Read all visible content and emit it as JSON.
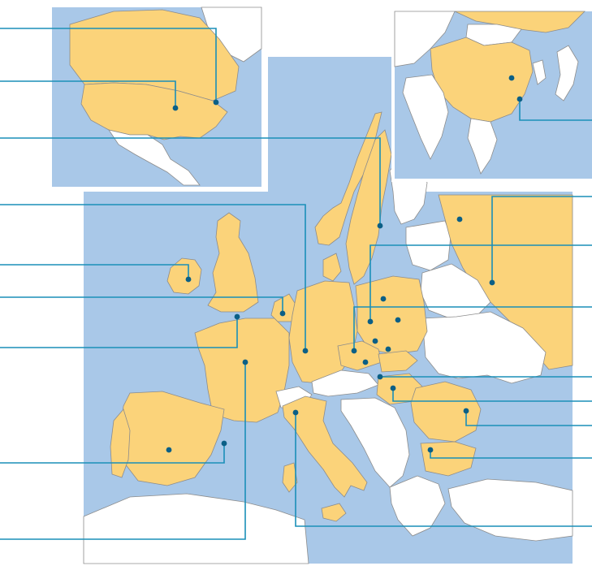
{
  "colors": {
    "sea": "#a9c8e8",
    "highlight": "#fbd37a",
    "other_land": "#ffffff",
    "border": "#8c8c8c",
    "inset_border": "#ffffff",
    "leader": "#1a8fb8",
    "marker": "#0b5f86",
    "page": "#ffffff"
  },
  "map": {
    "highlighted_regions": [
      "united-states",
      "canada",
      "china",
      "russia",
      "ireland",
      "united-kingdom",
      "france",
      "spain",
      "portugal",
      "italy",
      "germany",
      "belgium",
      "netherlands",
      "sweden",
      "norway",
      "poland",
      "czech-republic",
      "slovakia",
      "austria",
      "hungary",
      "romania",
      "bulgaria"
    ],
    "insets": [
      "north-america-inset",
      "east-asia-inset"
    ],
    "marked_locations_count": 24
  }
}
